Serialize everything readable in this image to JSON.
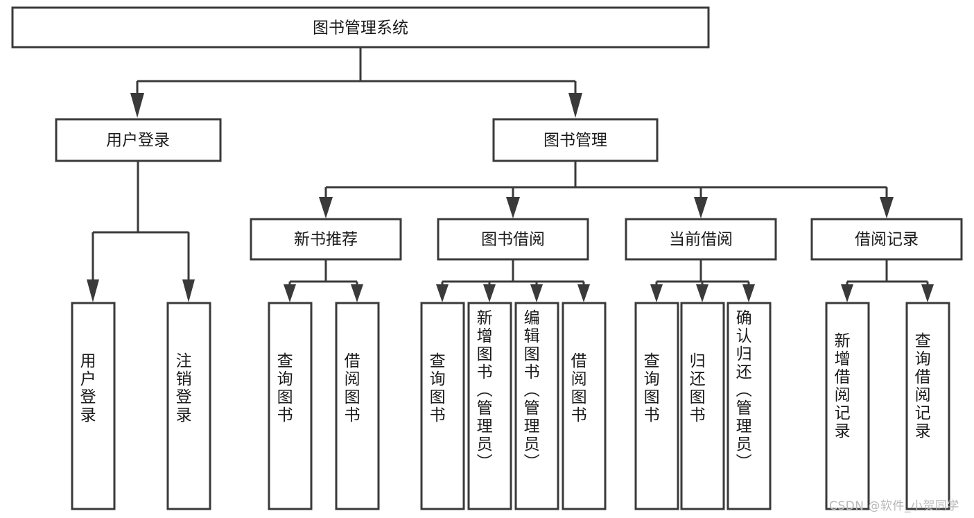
{
  "diagram": {
    "type": "hierarchy-tree",
    "title": "图书管理系统",
    "background_color": "#ffffff",
    "box_stroke_color": "#3a3a3a",
    "text_color": "#1a1a1a",
    "root": {
      "label": "图书管理系统"
    },
    "level1": [
      {
        "label": "用户登录"
      },
      {
        "label": "图书管理"
      }
    ],
    "level2": [
      {
        "label": "新书推荐",
        "parent": "图书管理"
      },
      {
        "label": "图书借阅",
        "parent": "图书管理"
      },
      {
        "label": "当前借阅",
        "parent": "图书管理"
      },
      {
        "label": "借阅记录",
        "parent": "图书管理"
      }
    ],
    "leaves": {
      "user_login": [
        {
          "label": "用户登录"
        },
        {
          "label": "注销登录"
        }
      ],
      "new_book_recommend": [
        {
          "label": "查询图书"
        },
        {
          "label": "借阅图书"
        }
      ],
      "book_borrow": [
        {
          "label": "查询图书"
        },
        {
          "label": "新增图书（管理员）"
        },
        {
          "label": "编辑图书（管理员）"
        },
        {
          "label": "借阅图书"
        }
      ],
      "current_borrow": [
        {
          "label": "查询图书"
        },
        {
          "label": "归还图书"
        },
        {
          "label": "确认归还（管理员）"
        }
      ],
      "borrow_record": [
        {
          "label": "新增借阅记录"
        },
        {
          "label": "查询借阅记录"
        }
      ]
    }
  },
  "watermark": {
    "text": "CSDN @软件_小贺同学",
    "color": "#b8b8b8"
  }
}
